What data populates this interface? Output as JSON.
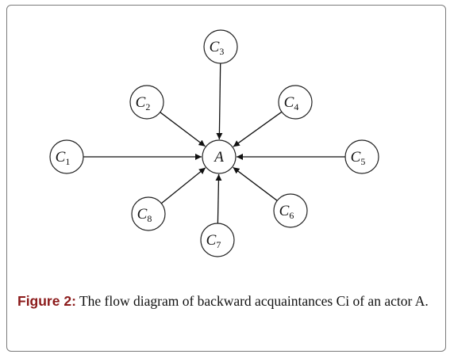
{
  "figure": {
    "label": "Figure 2:",
    "caption": " The flow diagram of backward acquaintances Ci of an actor A."
  },
  "diagram": {
    "center": {
      "id": "A",
      "letter": "A",
      "sub": ""
    },
    "nodes": [
      {
        "id": "C1",
        "letter": "C",
        "sub": "1"
      },
      {
        "id": "C2",
        "letter": "C",
        "sub": "2"
      },
      {
        "id": "C3",
        "letter": "C",
        "sub": "3"
      },
      {
        "id": "C4",
        "letter": "C",
        "sub": "4"
      },
      {
        "id": "C5",
        "letter": "C",
        "sub": "5"
      },
      {
        "id": "C6",
        "letter": "C",
        "sub": "6"
      },
      {
        "id": "C7",
        "letter": "C",
        "sub": "7"
      },
      {
        "id": "C8",
        "letter": "C",
        "sub": "8"
      }
    ],
    "edges": [
      {
        "from": "C1",
        "to": "A"
      },
      {
        "from": "C2",
        "to": "A"
      },
      {
        "from": "C3",
        "to": "A"
      },
      {
        "from": "C4",
        "to": "A"
      },
      {
        "from": "C5",
        "to": "A"
      },
      {
        "from": "C6",
        "to": "A"
      },
      {
        "from": "C7",
        "to": "A"
      },
      {
        "from": "C8",
        "to": "A"
      }
    ]
  }
}
